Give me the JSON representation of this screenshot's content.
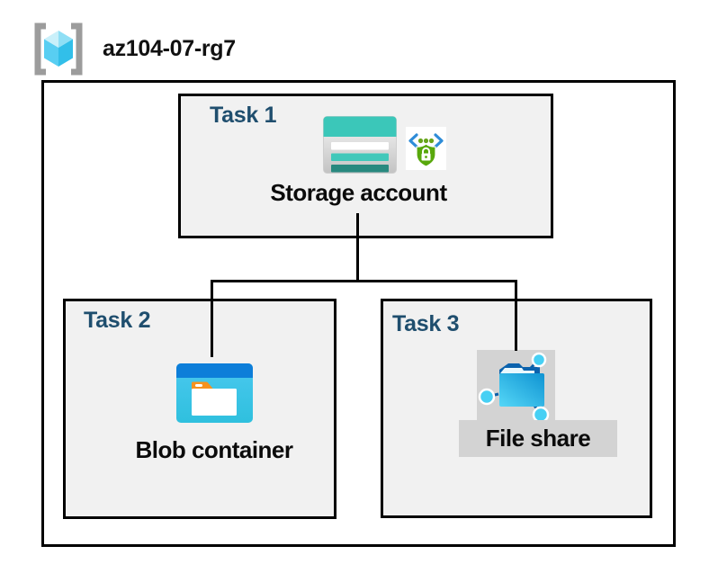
{
  "resource_group": {
    "name": "az104-07-rg7",
    "icon": "resource-group-icon"
  },
  "tasks": [
    {
      "label": "Task 1",
      "resource": "Storage account",
      "icons": [
        "storage-account-icon",
        "sas-secure-access-icon"
      ]
    },
    {
      "label": "Task 2",
      "resource": "Blob container",
      "icons": [
        "blob-container-icon"
      ]
    },
    {
      "label": "Task 3",
      "resource": "File share",
      "icons": [
        "file-share-icon"
      ]
    }
  ],
  "connections": [
    {
      "from": "Storage account",
      "to": "Blob container"
    },
    {
      "from": "Storage account",
      "to": "File share"
    }
  ],
  "colors": {
    "task_label_blue": "#1f4e6e",
    "box_background": "#f1f1f1",
    "border_black": "#000000",
    "storage_teal": "#3bc7b9",
    "storage_teal_dark": "#28897f",
    "blob_blue_band": "#0d7ed9",
    "blob_body_cyan": "#49c4ee",
    "folder_tab_orange": "#f6921e",
    "fileshare_gray_bg": "#d3d3d3",
    "fileshare_blue": "#0b62ad",
    "node_cyan": "#47d0f4",
    "rg_bracket_gray": "#9c9c9c",
    "rg_cube_cyan": "#58cef2",
    "sas_bracket_blue": "#2e8cd8",
    "sas_shield_green": "#58a80c"
  }
}
